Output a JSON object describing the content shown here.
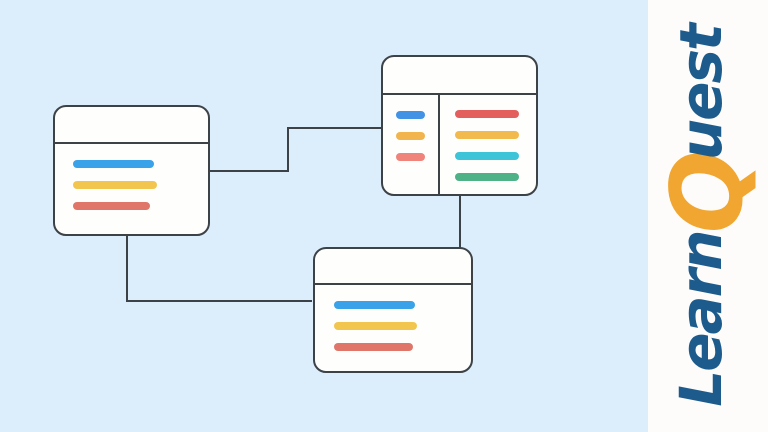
{
  "logo": {
    "full_text": "LearnQuest",
    "learn": "Learn",
    "q": "Q",
    "uest": "uest",
    "blue": "#1e5b8d",
    "gold": "#f0a630"
  },
  "diagram": {
    "background_color": "#dcedfc",
    "panel_color": "#fdfcfa",
    "card_color": "#fefefd",
    "border_color": "#3d4247",
    "tables": {
      "left": {
        "rows": [
          "#3aa2e8",
          "#f2c54e",
          "#e0766a"
        ]
      },
      "top_right": {
        "key_rows": [
          "#4293e6",
          "#f2b44c",
          "#f0837a"
        ],
        "field_rows": [
          "#e25f5e",
          "#f2ba4d",
          "#3ec4d8",
          "#4fb287"
        ]
      },
      "bottom": {
        "rows": [
          "#3aa2e8",
          "#f2c54e",
          "#e0766a"
        ]
      }
    }
  }
}
